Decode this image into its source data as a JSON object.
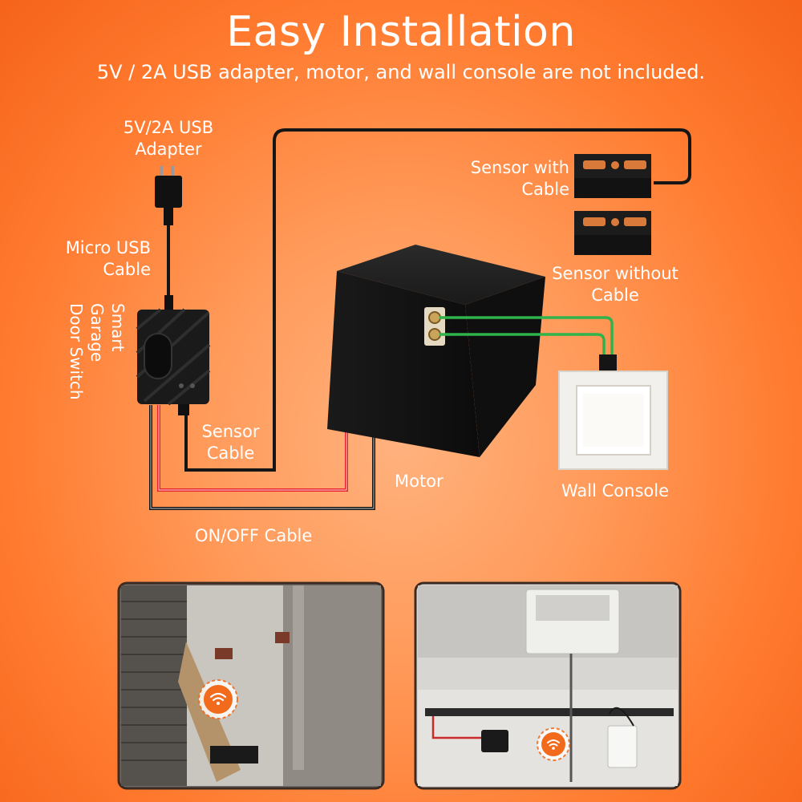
{
  "title": "Easy Installation",
  "subtitle": "5V / 2A USB adapter, motor, and wall console are not included.",
  "labels": {
    "usb_adapter": "5V/2A USB\nAdapter",
    "micro_usb_cable": "Micro USB\nCable",
    "smart_switch": "Smart Garage\nDoor Switch",
    "sensor_with_cable": "Sensor with\nCable",
    "sensor_without_cable": "Sensor without\nCable",
    "sensor_cable": "Sensor\nCable",
    "motor": "Motor",
    "wall_console": "Wall Console",
    "on_off_cable": "ON/OFF Cable"
  },
  "colors": {
    "background": "#ff7a2e",
    "cable_black": "#151515",
    "cable_red": "#e8202a",
    "cable_green": "#2fb34a",
    "wifi_badge": "#f26b1d"
  },
  "icons": [
    "wifi-icon"
  ]
}
